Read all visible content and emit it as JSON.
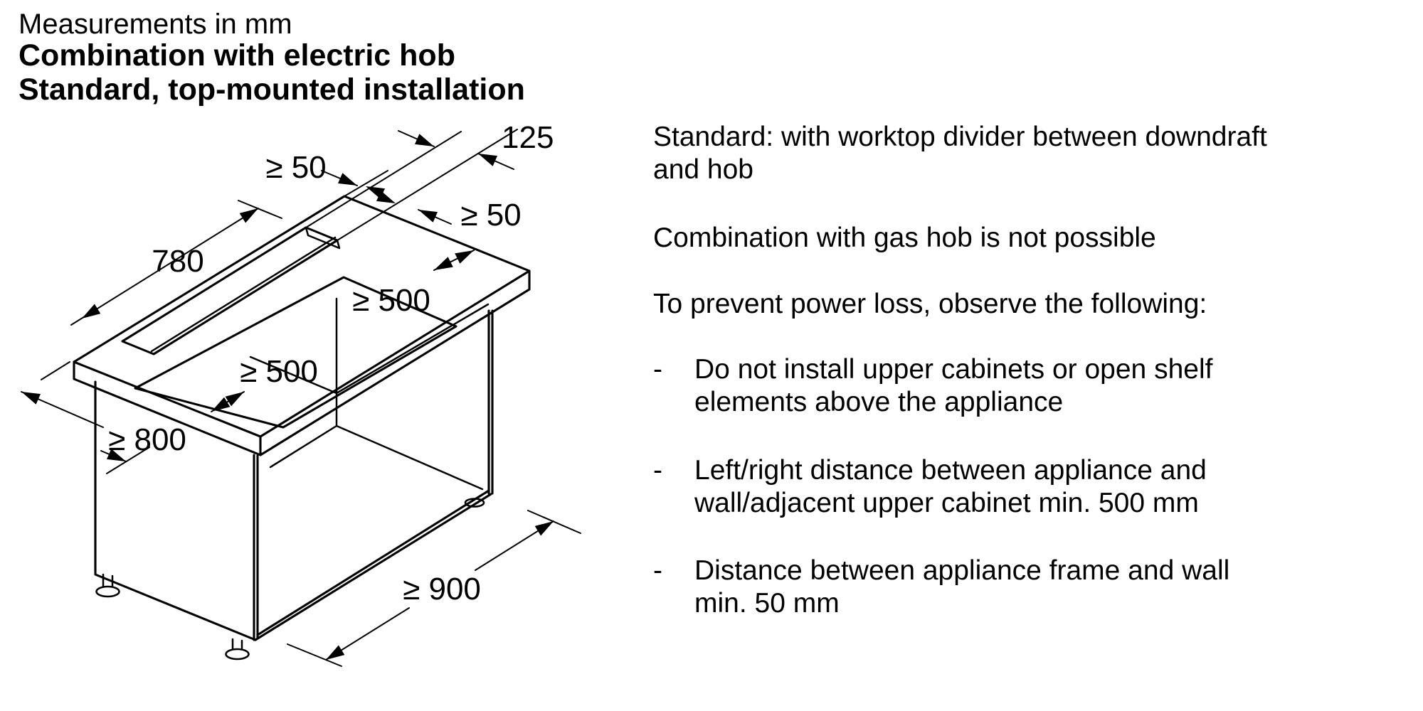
{
  "header": {
    "line1": "Measurements in mm",
    "line2": "Combination with electric hob",
    "line3": "Standard, top-mounted installation"
  },
  "diagram": {
    "description": "Isometric line drawing of base cabinet with worktop, downdraft slot and hob cutout",
    "dimensions": {
      "slot_length": "780",
      "slot_width": "125",
      "back_gap": "≥ 50",
      "divider_gap": "≥ 50",
      "side_clearance_right": "≥ 500",
      "side_clearance_left": "≥ 500",
      "cabinet_width": "≥ 800",
      "cabinet_depth": "≥ 900"
    }
  },
  "notes": {
    "dash": "-",
    "p1a": "Standard: with worktop divider between downdraft",
    "p1b": "and hob",
    "p2": "Combination with gas hob is not possible",
    "p3": "To prevent power loss, observe the following:",
    "b1a": "Do not install upper cabinets or open shelf",
    "b1b": "elements above the appliance",
    "b2a": "Left/right distance between appliance and",
    "b2b": "wall/adjacent upper cabinet min. 500 mm",
    "b3a": "Distance between appliance frame and wall",
    "b3b": "min. 50 mm"
  },
  "colors": {
    "ink": "#000000",
    "background": "#ffffff"
  }
}
